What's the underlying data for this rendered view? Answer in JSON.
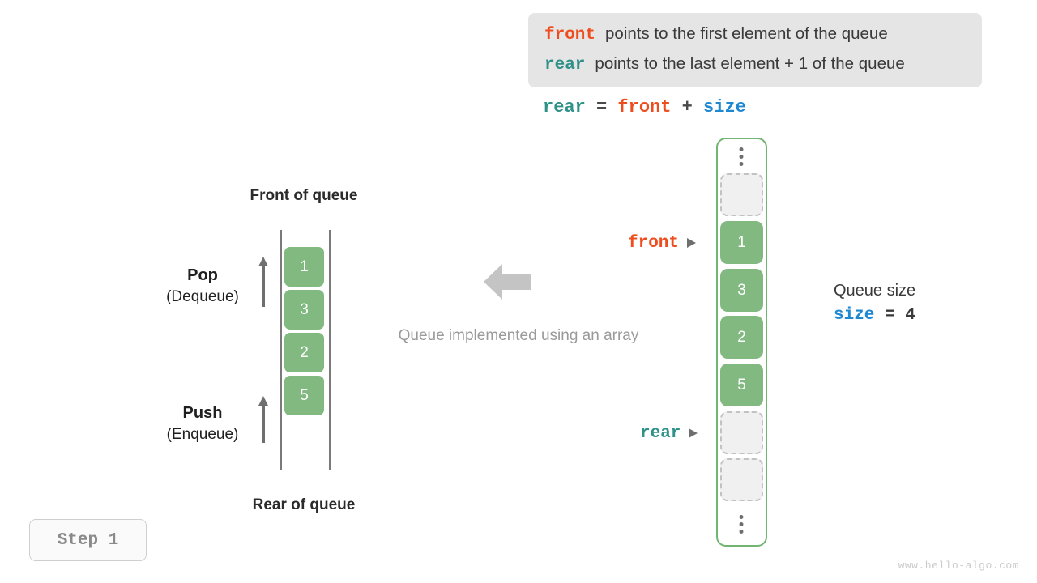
{
  "info_box": {
    "lines": [
      {
        "keyword": "front",
        "keyword_color": "#ee4e1f",
        "text": "points to the first element of the queue"
      },
      {
        "keyword": "rear",
        "keyword_color": "#2f9188",
        "text": "points to the last element + 1 of the queue"
      }
    ]
  },
  "formula": {
    "lhs": "rear",
    "eq": "=",
    "rhs1": "front",
    "plus": "+",
    "rhs2": "size"
  },
  "left_queue": {
    "top_label": "Front of queue",
    "bottom_label": "Rear of queue",
    "cells": [
      "1",
      "3",
      "2",
      "5"
    ],
    "pop": {
      "title": "Pop",
      "subtitle": "(Dequeue)"
    },
    "push": {
      "title": "Push",
      "subtitle": "(Enqueue)"
    }
  },
  "center": {
    "caption": "Queue implemented using an array",
    "arrow_direction": "left"
  },
  "array_column": {
    "slots": [
      {
        "kind": "dots",
        "value": ""
      },
      {
        "kind": "empty",
        "value": ""
      },
      {
        "kind": "filled",
        "value": "1"
      },
      {
        "kind": "filled",
        "value": "3"
      },
      {
        "kind": "filled",
        "value": "2"
      },
      {
        "kind": "filled",
        "value": "5"
      },
      {
        "kind": "empty",
        "value": ""
      },
      {
        "kind": "empty",
        "value": ""
      },
      {
        "kind": "dots",
        "value": ""
      }
    ],
    "pointers": {
      "front": "front",
      "rear": "rear"
    }
  },
  "size_block": {
    "title": "Queue size",
    "name": "size",
    "eq": "=",
    "value": "4"
  },
  "step_badge": "Step 1",
  "watermark": "www.hello-algo.com",
  "colors": {
    "front": "#ee4e1f",
    "rear": "#2f9188",
    "size": "#1f88d0",
    "cell_green": "#81b981",
    "column_border": "#72b572",
    "info_bg": "#e5e5e5",
    "muted": "#9a9a9a"
  }
}
